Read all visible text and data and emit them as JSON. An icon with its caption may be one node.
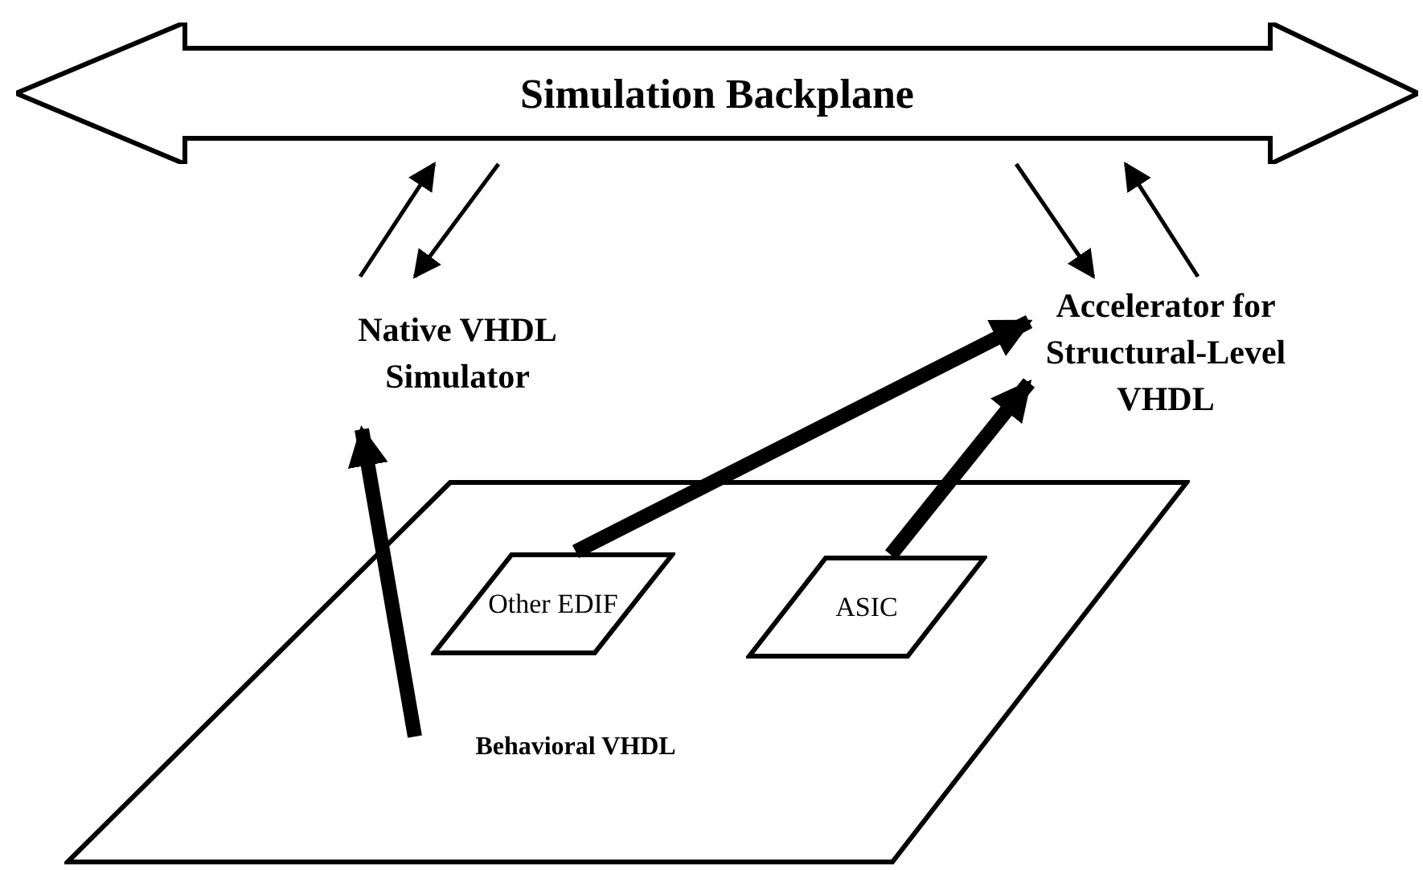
{
  "diagram": {
    "nodes": [
      {
        "text": [
          "Simulation Backplane"
        ]
      },
      {
        "text": [
          "Native VHDL Simulator"
        ]
      },
      {
        "text": [
          "Accelerator for Structural-Level VHDL"
        ]
      },
      {
        "text": [],
        "shape": "parallelogram"
      },
      {
        "text": [
          "Other EDIF"
        ],
        "in": 3
      },
      {
        "text": [
          "ASIC"
        ],
        "in": 3
      },
      {
        "text": [
          "Behavioral VHDL"
        ],
        "in": 3
      }
    ],
    "edges": [
      {
        "from": 1,
        "to": 0,
        "arrow": "to"
      },
      {
        "from": 0,
        "to": 1,
        "arrow": "to"
      },
      {
        "from": 0,
        "to": 2,
        "arrow": "to"
      },
      {
        "from": 2,
        "to": 0,
        "arrow": "to"
      },
      {
        "from": 4,
        "to": 2,
        "arrow": "to",
        "style": "thick"
      },
      {
        "from": 5,
        "to": 2,
        "arrow": "to",
        "style": "thick"
      },
      {
        "from": 6,
        "to": 1,
        "arrow": "to",
        "style": "thick"
      }
    ]
  }
}
